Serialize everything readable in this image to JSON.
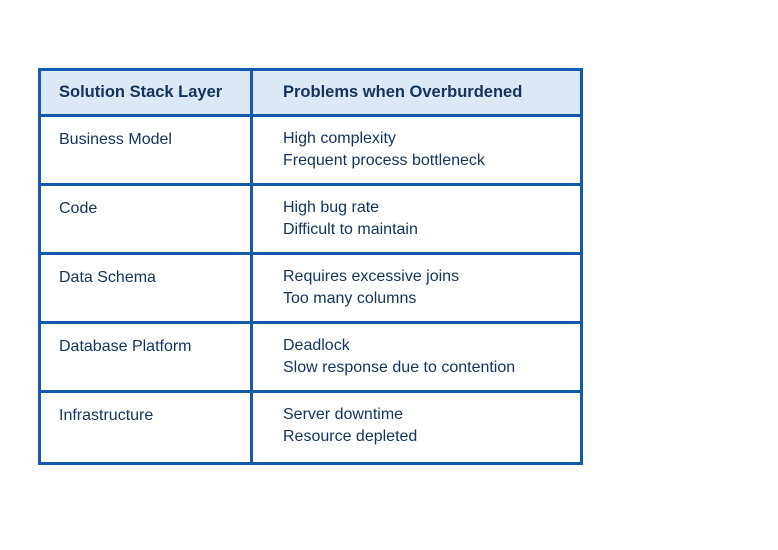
{
  "colors": {
    "border": "#1359b0",
    "header_fill": "#dce8f5",
    "text": "#12335e",
    "background": "#ffffff"
  },
  "table": {
    "headers": [
      "Solution Stack Layer",
      "Problems when Overburdened"
    ],
    "rows": [
      {
        "layer": "Business Model",
        "problems": [
          "High complexity",
          "Frequent process bottleneck"
        ]
      },
      {
        "layer": "Code",
        "problems": [
          "High bug rate",
          "Difficult to maintain"
        ]
      },
      {
        "layer": "Data Schema",
        "problems": [
          "Requires excessive joins",
          "Too many columns"
        ]
      },
      {
        "layer": "Database Platform",
        "problems": [
          "Deadlock",
          "Slow response due to contention"
        ]
      },
      {
        "layer": "Infrastructure",
        "problems": [
          "Server downtime",
          "Resource depleted"
        ]
      }
    ]
  }
}
